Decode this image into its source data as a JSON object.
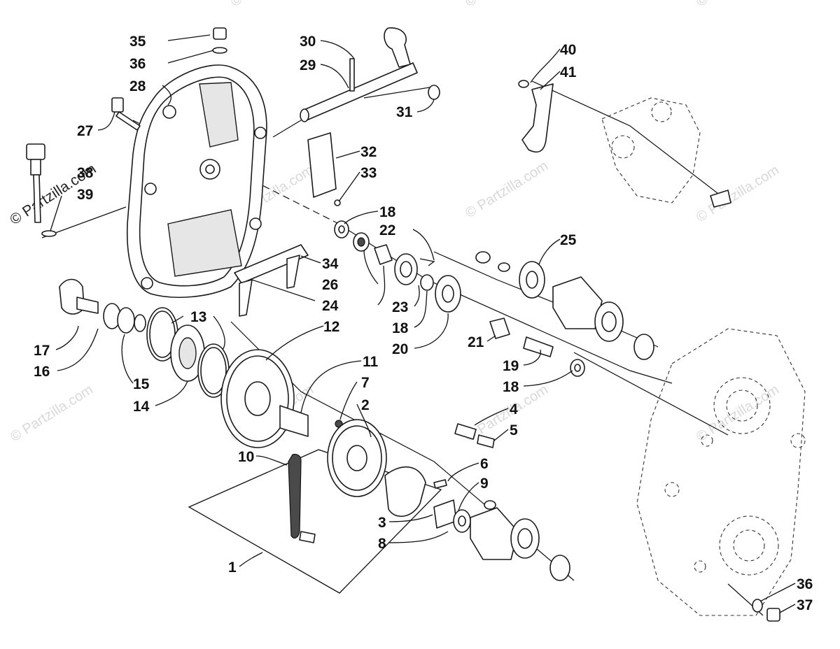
{
  "watermark": {
    "text": "© Partzilla.com",
    "primary_text": "© Partzilla.com"
  },
  "callouts": [
    {
      "id": "35",
      "text": "35"
    },
    {
      "id": "36a",
      "text": "36"
    },
    {
      "id": "28",
      "text": "28"
    },
    {
      "id": "27",
      "text": "27"
    },
    {
      "id": "38",
      "text": "38"
    },
    {
      "id": "39",
      "text": "39"
    },
    {
      "id": "30",
      "text": "30"
    },
    {
      "id": "29",
      "text": "29"
    },
    {
      "id": "31",
      "text": "31"
    },
    {
      "id": "32",
      "text": "32"
    },
    {
      "id": "33",
      "text": "33"
    },
    {
      "id": "40",
      "text": "40"
    },
    {
      "id": "41",
      "text": "41"
    },
    {
      "id": "18a",
      "text": "18"
    },
    {
      "id": "22",
      "text": "22"
    },
    {
      "id": "34",
      "text": "34"
    },
    {
      "id": "26",
      "text": "26"
    },
    {
      "id": "24",
      "text": "24"
    },
    {
      "id": "23",
      "text": "23"
    },
    {
      "id": "18b",
      "text": "18"
    },
    {
      "id": "20",
      "text": "20"
    },
    {
      "id": "25",
      "text": "25"
    },
    {
      "id": "21",
      "text": "21"
    },
    {
      "id": "19",
      "text": "19"
    },
    {
      "id": "18c",
      "text": "18"
    },
    {
      "id": "13",
      "text": "13"
    },
    {
      "id": "12",
      "text": "12"
    },
    {
      "id": "17",
      "text": "17"
    },
    {
      "id": "16",
      "text": "16"
    },
    {
      "id": "15",
      "text": "15"
    },
    {
      "id": "14",
      "text": "14"
    },
    {
      "id": "11",
      "text": "11"
    },
    {
      "id": "7",
      "text": "7"
    },
    {
      "id": "2",
      "text": "2"
    },
    {
      "id": "4",
      "text": "4"
    },
    {
      "id": "5",
      "text": "5"
    },
    {
      "id": "10",
      "text": "10"
    },
    {
      "id": "6",
      "text": "6"
    },
    {
      "id": "9",
      "text": "9"
    },
    {
      "id": "3",
      "text": "3"
    },
    {
      "id": "8",
      "text": "8"
    },
    {
      "id": "1",
      "text": "1"
    },
    {
      "id": "36b",
      "text": "36"
    },
    {
      "id": "37",
      "text": "37"
    }
  ]
}
